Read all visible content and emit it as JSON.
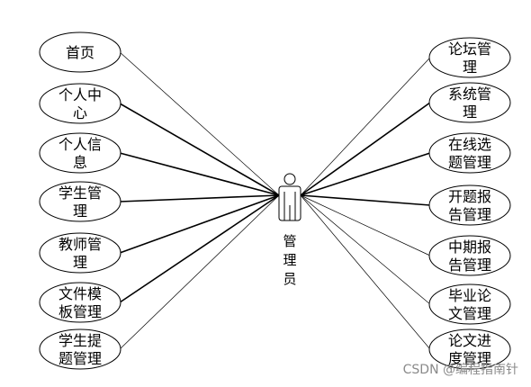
{
  "actor": {
    "label_lines": [
      "管",
      "理",
      "员"
    ],
    "icon": "person-icon"
  },
  "left_use_cases": [
    {
      "lines": [
        "首页"
      ]
    },
    {
      "lines": [
        "个人中",
        "心"
      ]
    },
    {
      "lines": [
        "个人信",
        "息"
      ]
    },
    {
      "lines": [
        "学生管",
        "理"
      ]
    },
    {
      "lines": [
        "教师管",
        "理"
      ]
    },
    {
      "lines": [
        "文件模",
        "板管理"
      ]
    },
    {
      "lines": [
        "学生提",
        "题管理"
      ]
    }
  ],
  "right_use_cases": [
    {
      "lines": [
        "论坛管",
        "理"
      ]
    },
    {
      "lines": [
        "系统管",
        "理"
      ]
    },
    {
      "lines": [
        "在线选",
        "题管理"
      ]
    },
    {
      "lines": [
        "开题报",
        "告管理"
      ]
    },
    {
      "lines": [
        "中期报",
        "告管理"
      ]
    },
    {
      "lines": [
        "毕业论",
        "文管理"
      ]
    },
    {
      "lines": [
        "论文进",
        "度管理"
      ]
    }
  ],
  "watermark": "CSDN @编程指南针",
  "colors": {
    "stroke": "#000000",
    "background": "#ffffff",
    "watermark": "#8a8a8a"
  }
}
